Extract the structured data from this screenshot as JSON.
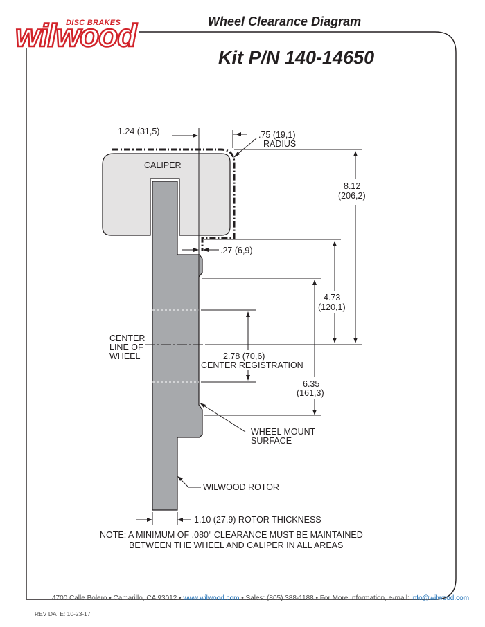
{
  "header": {
    "logo_subtitle": "DISC BRAKES",
    "logo_text": "wilwood",
    "title": "Wheel Clearance Diagram",
    "kit": "Kit P/N 140-14650"
  },
  "diagram": {
    "caliper_label": "CALIPER",
    "dim_124": "1.24 (31,5)",
    "dim_radius_1": ".75 (19,1)",
    "dim_radius_2": "RADIUS",
    "dim_812_1": "8.12",
    "dim_812_2": "(206,2)",
    "dim_027": ".27 (6,9)",
    "dim_473_1": "4.73",
    "dim_473_2": "(120,1)",
    "centerline_1": "CENTER",
    "centerline_2": "LINE OF",
    "centerline_3": "WHEEL",
    "dim_278_1": "2.78 (70,6)",
    "dim_278_2": "CENTER REGISTRATION",
    "dim_635_1": "6.35",
    "dim_635_2": "(161,3)",
    "wheel_mount_1": "WHEEL MOUNT",
    "wheel_mount_2": "SURFACE",
    "rotor_label": "WILWOOD ROTOR",
    "dim_110": "1.10 (27,9) ROTOR THICKNESS",
    "note_1": "NOTE: A MINIMUM OF .080\" CLEARANCE MUST BE MAINTAINED",
    "note_2": "BETWEEN THE WHEEL AND CALIPER IN ALL AREAS"
  },
  "footer": {
    "address": "4700 Calle Bolero • Camarillo, CA 93012 • ",
    "website": "www.wilwood.com",
    "sales": " • Sales: (805) 388-1188 • For More Information, e-mail: ",
    "email": "info@wilwood.com",
    "rev_date": "REV DATE:  10-23-17"
  }
}
